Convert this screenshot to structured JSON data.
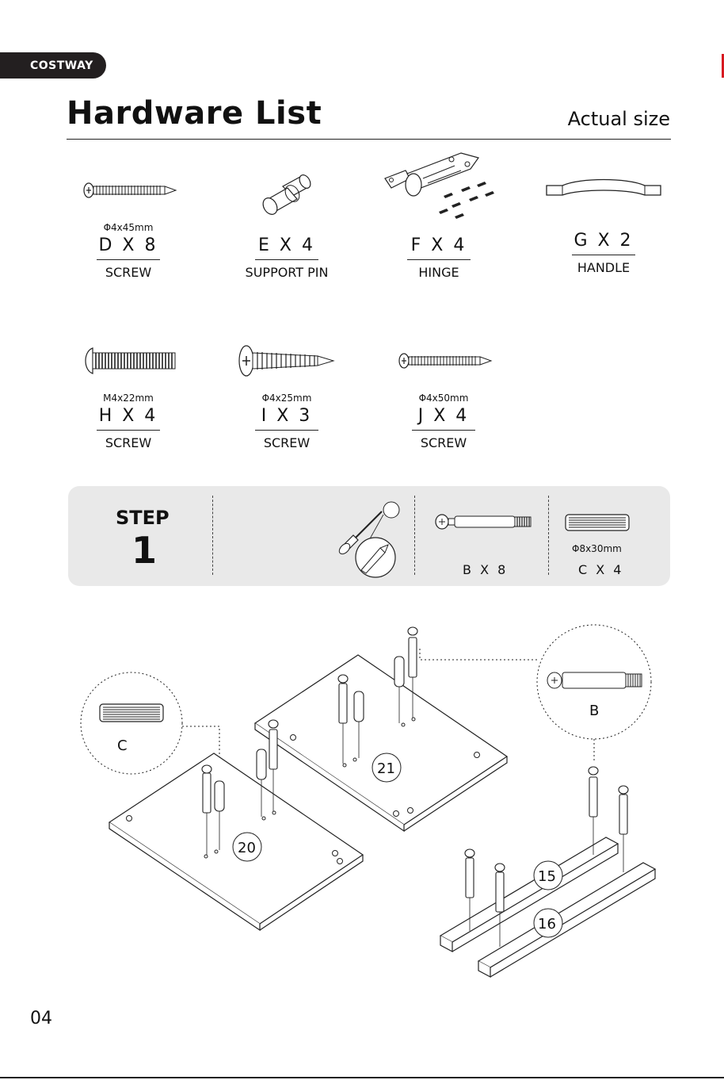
{
  "brand": "COSTWAY",
  "header": {
    "title": "Hardware List",
    "subtitle": "Actual size"
  },
  "parts": [
    {
      "size": "Φ4x45mm",
      "qty": "D X 8",
      "name": "SCREW",
      "icon": "long-screw-icon"
    },
    {
      "size": "",
      "qty": "E X 4",
      "name": "SUPPORT PIN",
      "icon": "support-pin-icon"
    },
    {
      "size": "",
      "qty": "F X 4",
      "name": "HINGE",
      "icon": "hinge-icon"
    },
    {
      "size": "",
      "qty": "G X 2",
      "name": "HANDLE",
      "icon": "handle-icon"
    },
    {
      "size": "M4x22mm",
      "qty": "H X 4",
      "name": "SCREW",
      "icon": "machine-screw-icon"
    },
    {
      "size": "Φ4x25mm",
      "qty": "I X 3",
      "name": "SCREW",
      "icon": "short-screw-icon"
    },
    {
      "size": "Φ4x50mm",
      "qty": "J X 4",
      "name": "SCREW",
      "icon": "long-screw-icon"
    }
  ],
  "step": {
    "word": "STEP",
    "number": "1",
    "tool_icon": "screwdriver-icon",
    "items": [
      {
        "qty": "B X 8",
        "size": "",
        "icon": "cam-bolt-icon"
      },
      {
        "qty": "C X 4",
        "size": "Φ8x30mm",
        "icon": "wooden-dowel-icon"
      }
    ]
  },
  "diagram": {
    "callout_c": "C",
    "callout_b": "B",
    "panel_labels": [
      "20",
      "21",
      "15",
      "16"
    ]
  },
  "page_number": "04"
}
